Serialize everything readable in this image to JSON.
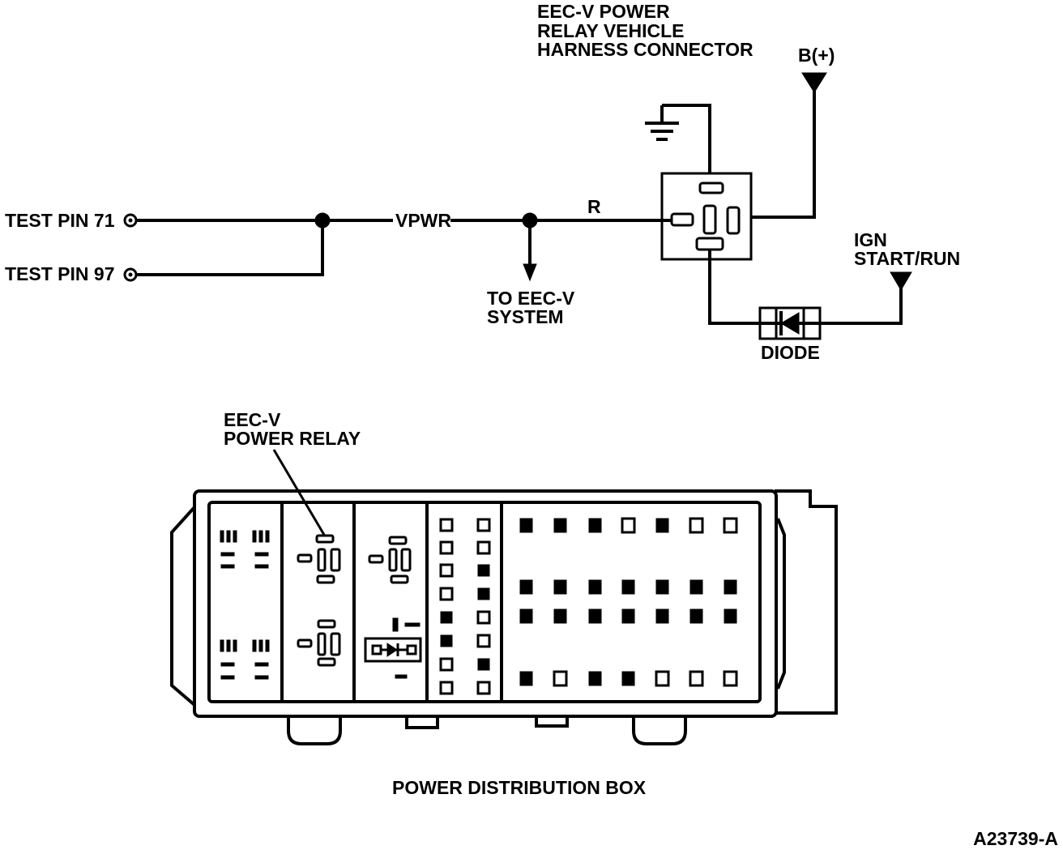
{
  "schematic": {
    "connector_label": [
      "EEC-V POWER",
      "RELAY VEHICLE",
      "HARNESS CONNECTOR"
    ],
    "battery_label": "B(+)",
    "ign_label": [
      "IGN",
      "START/RUN"
    ],
    "test_pin_71": "TEST PIN 71",
    "test_pin_97": "TEST PIN 97",
    "vpwr_label": "VPWR",
    "wire_color": "R",
    "to_system_label": [
      "TO EEC-V",
      "SYSTEM"
    ],
    "diode_label": "DIODE"
  },
  "pdb": {
    "relay_callout": [
      "EEC-V",
      "POWER RELAY"
    ],
    "title": "POWER DISTRIBUTION BOX"
  },
  "figure_id": "A23739-A",
  "colors": {
    "ink": "#000000",
    "paper": "#ffffff"
  }
}
